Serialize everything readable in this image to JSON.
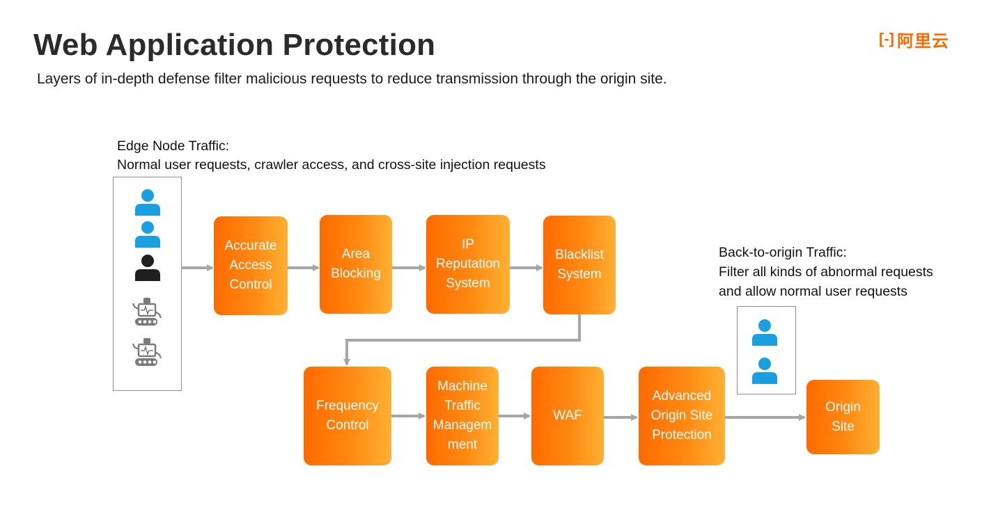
{
  "header": {
    "title": "Web Application Protection",
    "subtitle": "Layers of in-depth defense filter malicious requests to reduce transmission through the origin site.",
    "logo_mark": "[-]",
    "logo_text": "阿里云"
  },
  "edge_note": {
    "line1": "Edge Node Traffic:",
    "line2": "Normal user requests, crawler access, and cross-site injection requests"
  },
  "back_note": {
    "line1": "Back-to-origin Traffic:",
    "line2": "Filter all kinds of abnormal requests",
    "line3": "and allow normal user requests"
  },
  "edge_icons": [
    "user-icon",
    "user-icon",
    "user-icon",
    "robot-icon",
    "robot-icon"
  ],
  "edge_icon_colors": [
    "#1a9fe0",
    "#1a9fe0",
    "#1f1f1f",
    "#7a7a7a",
    "#7a7a7a"
  ],
  "back_icons": [
    "user-icon",
    "user-icon"
  ],
  "back_icon_colors": [
    "#1a9fe0",
    "#1a9fe0"
  ],
  "colors": {
    "accent": "#ff6a00",
    "accent_light": "#ffb033",
    "arrow": "#a6a6a6",
    "user_blue": "#1a9fe0"
  },
  "steps_row1": [
    {
      "id": "accurate-access-control",
      "lines": [
        "Accurate",
        "Access",
        "Control"
      ]
    },
    {
      "id": "area-blocking",
      "lines": [
        "Area",
        "Blocking"
      ]
    },
    {
      "id": "ip-reputation-system",
      "lines": [
        "IP",
        "Reputation",
        "System"
      ]
    },
    {
      "id": "blacklist-system",
      "lines": [
        "Blacklist",
        "System"
      ]
    }
  ],
  "steps_row2": [
    {
      "id": "frequency-control",
      "lines": [
        "Frequency",
        "Control"
      ]
    },
    {
      "id": "machine-traffic-management",
      "lines": [
        "Machine",
        "Traffic",
        "Managem",
        "ment"
      ]
    },
    {
      "id": "waf",
      "lines": [
        "WAF"
      ]
    },
    {
      "id": "advanced-origin-site-protection",
      "lines": [
        "Advanced",
        "Origin Site",
        "Protection"
      ]
    }
  ],
  "origin": {
    "id": "origin-site",
    "lines": [
      "Origin",
      "Site"
    ]
  }
}
